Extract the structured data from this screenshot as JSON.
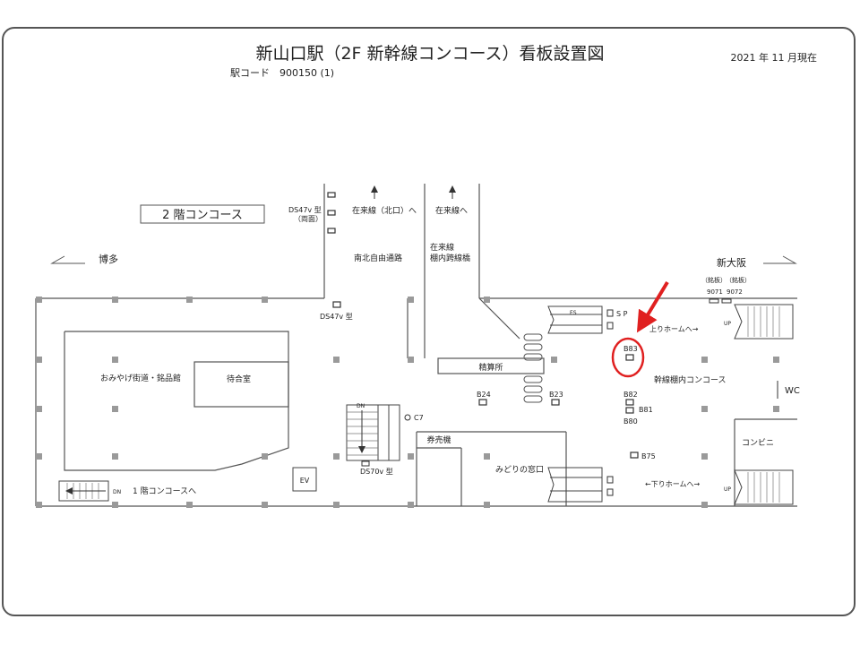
{
  "header": {
    "title": "新山口駅（2F 新幹線コンコース）看板設置図",
    "station_code": "駅コード　900150 (1)",
    "date": "2021 年 11 月現在"
  },
  "labels": {
    "concourse_2f": "2 階コンコース",
    "hakata": "博多",
    "shin_osaka": "新大阪",
    "north_south_passage": "南北自由通路",
    "to_zairai_north": "在来線（北口）へ",
    "to_zairai": "在来線へ",
    "zairai_bridge_1": "在来線",
    "zairai_bridge_2": "棚内跨線橋",
    "souvenir_street": "おみやげ街道・銘品館",
    "waiting_room": "待合室",
    "fare_adjustment": "精算所",
    "ticket_machine": "券売機",
    "midori_window": "みどりの窓口",
    "shinkansen_concourse": "幹線棚内コンコース",
    "up_platform": "上りホームへ→",
    "down_platform": "←下りホームへ→",
    "to_1f_concourse": "1 階コンコースへ",
    "convenience_store": "コンビニ",
    "wc": "WC",
    "ev": "EV",
    "dn": "DN",
    "dn2": "DN",
    "up": "UP",
    "up2": "UP",
    "es": "ES",
    "sp": "S P",
    "meiban_1": "（銘板）",
    "meiban_2": "（銘板）"
  },
  "signs": {
    "ds47v_top": "DS47v 型",
    "ds47v_top_sub": "（両面）",
    "ds47v_mid": "DS47v 型",
    "ds70v": "DS70v 型",
    "c7": "C7",
    "b83": "B83",
    "b82": "B82",
    "b81": "B81",
    "b80": "B80",
    "b75": "B75",
    "b24": "B24",
    "b23": "B23",
    "s9071": "9071",
    "s9072": "9072"
  },
  "colors": {
    "line": "#555555",
    "pillar": "#9a9a9a",
    "highlight": "#e02020"
  }
}
